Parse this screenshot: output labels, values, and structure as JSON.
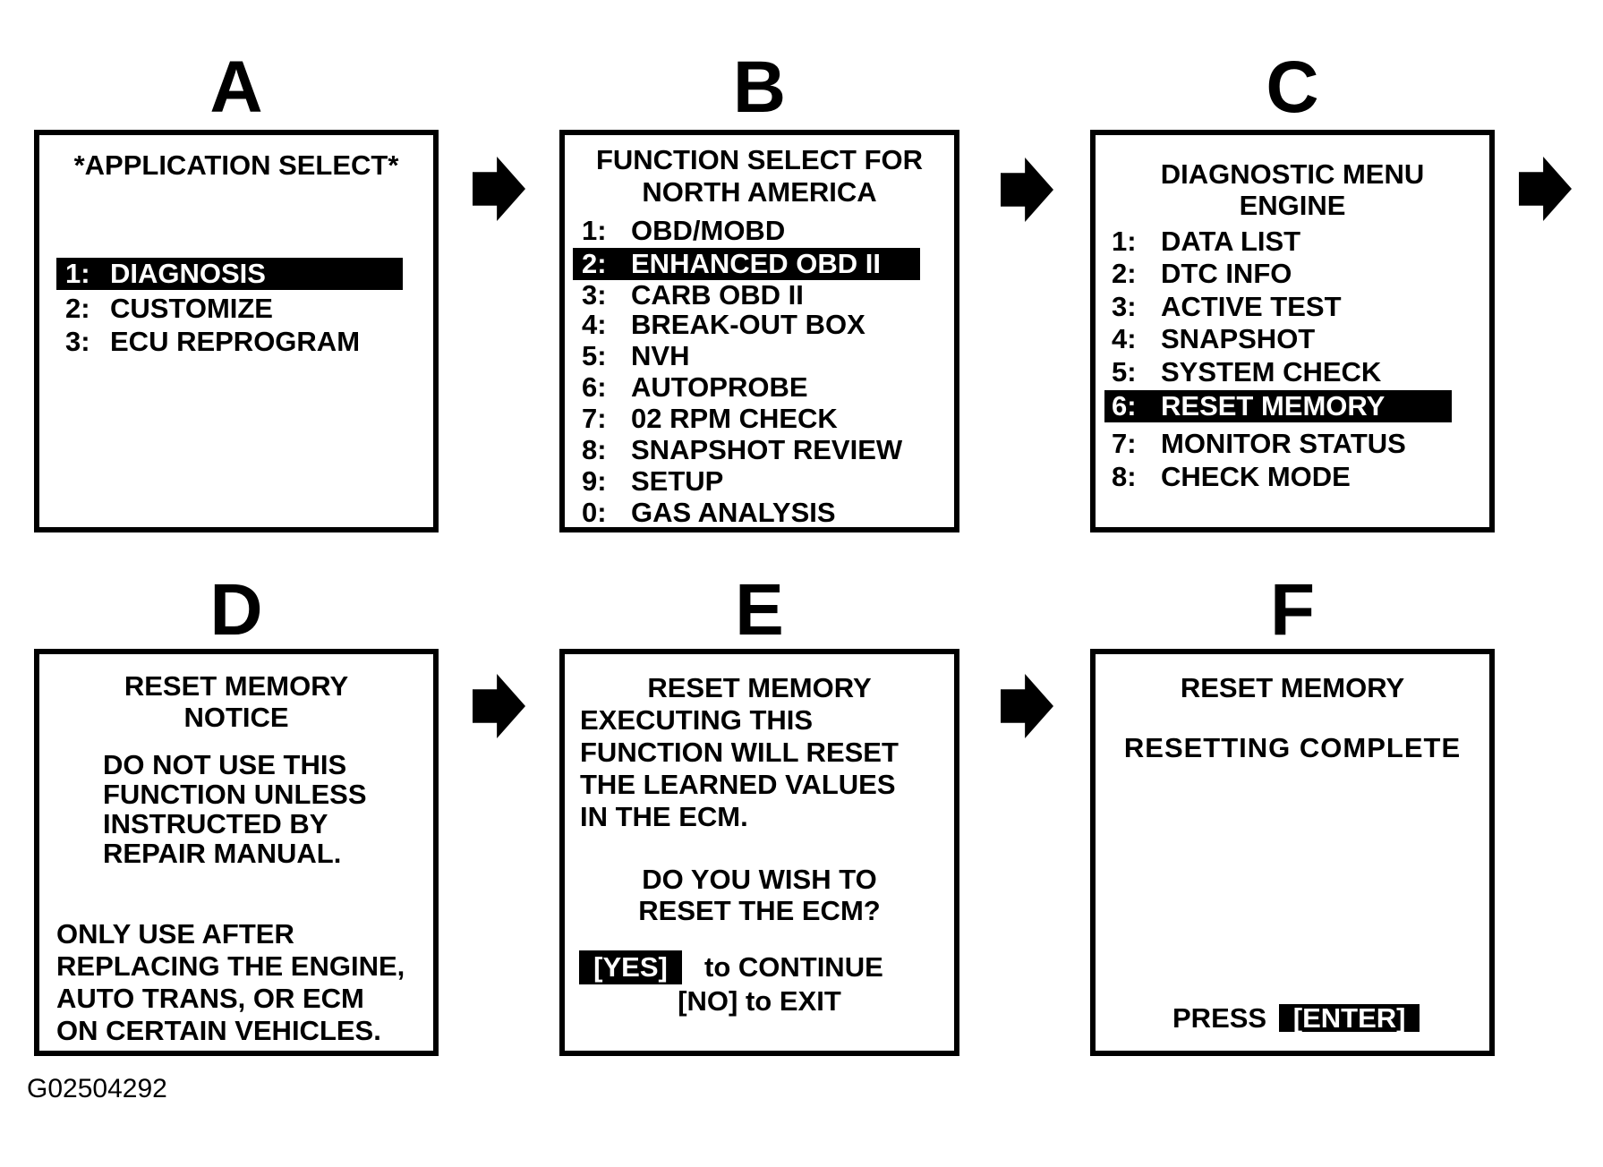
{
  "figure": {
    "id": "G02504292"
  },
  "colors": {
    "ink": "#000000",
    "paper": "#ffffff"
  },
  "panels": {
    "a": {
      "letter": "A",
      "title": "*APPLICATION SELECT*",
      "items": [
        {
          "num": "1:",
          "label": "DIAGNOSIS",
          "highlighted": true
        },
        {
          "num": "2:",
          "label": "CUSTOMIZE",
          "highlighted": false
        },
        {
          "num": "3:",
          "label": "ECU REPROGRAM",
          "highlighted": false
        }
      ]
    },
    "b": {
      "letter": "B",
      "title1": "FUNCTION SELECT FOR",
      "title2": "NORTH AMERICA",
      "items": [
        {
          "num": "1:",
          "label": "OBD/MOBD",
          "highlighted": false
        },
        {
          "num": "2:",
          "label": "ENHANCED OBD II",
          "highlighted": true
        },
        {
          "num": "3:",
          "label": "CARB OBD II",
          "highlighted": false
        },
        {
          "num": "4:",
          "label": "BREAK-OUT BOX",
          "highlighted": false
        },
        {
          "num": "5:",
          "label": "NVH",
          "highlighted": false
        },
        {
          "num": "6:",
          "label": "AUTOPROBE",
          "highlighted": false
        },
        {
          "num": "7:",
          "label": "02 RPM CHECK",
          "highlighted": false
        },
        {
          "num": "8:",
          "label": "SNAPSHOT REVIEW",
          "highlighted": false
        },
        {
          "num": "9:",
          "label": "SETUP",
          "highlighted": false
        },
        {
          "num": "0:",
          "label": "GAS ANALYSIS",
          "highlighted": false
        }
      ]
    },
    "c": {
      "letter": "C",
      "title1": "DIAGNOSTIC MENU",
      "title2": "ENGINE",
      "items": [
        {
          "num": "1:",
          "label": "DATA LIST",
          "highlighted": false
        },
        {
          "num": "2:",
          "label": "DTC INFO",
          "highlighted": false
        },
        {
          "num": "3:",
          "label": "ACTIVE TEST",
          "highlighted": false
        },
        {
          "num": "4:",
          "label": "SNAPSHOT",
          "highlighted": false
        },
        {
          "num": "5:",
          "label": "SYSTEM CHECK",
          "highlighted": false
        },
        {
          "num": "6:",
          "label": "RESET MEMORY",
          "highlighted": true
        },
        {
          "num": "7:",
          "label": "MONITOR STATUS",
          "highlighted": false
        },
        {
          "num": "8:",
          "label": "CHECK MODE",
          "highlighted": false
        }
      ]
    },
    "d": {
      "letter": "D",
      "title1": "RESET MEMORY",
      "title2": "NOTICE",
      "para1": [
        "DO NOT USE THIS",
        "FUNCTION UNLESS",
        "INSTRUCTED BY",
        "REPAIR MANUAL."
      ],
      "para2": [
        "ONLY USE AFTER",
        "REPLACING THE ENGINE,",
        "AUTO TRANS, OR ECM",
        "ON CERTAIN VEHICLES."
      ]
    },
    "e": {
      "letter": "E",
      "title": "RESET MEMORY",
      "body": [
        "EXECUTING THIS",
        "FUNCTION WILL RESET",
        "THE LEARNED VALUES",
        "IN THE ECM."
      ],
      "prompt1": "DO YOU WISH TO",
      "prompt2": "RESET THE ECM?",
      "yes_key": "[YES]",
      "yes_action": "to CONTINUE",
      "no_line": "[NO] to EXIT"
    },
    "f": {
      "letter": "F",
      "title": "RESET MEMORY",
      "status": "RESETTING COMPLETE",
      "press": "PRESS",
      "enter_key": "[ENTER]"
    }
  }
}
